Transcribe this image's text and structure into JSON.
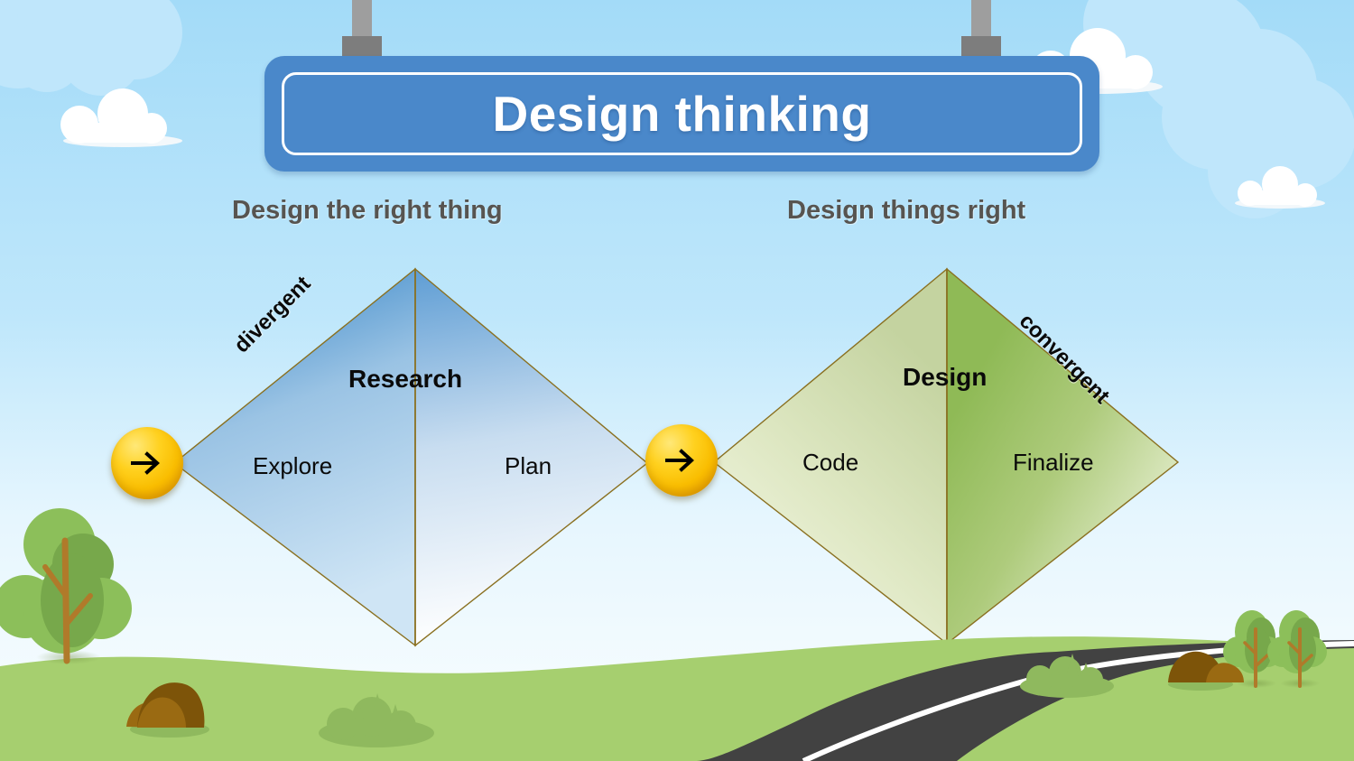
{
  "sign": {
    "title": "Design thinking",
    "plate_color": "#4a88ca",
    "border_color": "#ffffff",
    "title_color": "#ffffff"
  },
  "hangers": [
    {
      "name": "left-hanger"
    },
    {
      "name": "right-hanger"
    }
  ],
  "subtitles": {
    "left": "Design the right thing",
    "right": "Design things right",
    "color": "#575450"
  },
  "diagram": {
    "type": "double-diamond",
    "diamonds": [
      {
        "id": "research",
        "title": "Research",
        "edge_label": "divergent",
        "edge_label_rotation_deg": -45,
        "left_phase": "Explore",
        "right_phase": "Plan",
        "accent_color": "#2b7ec4",
        "outline_color": "#8a7020"
      },
      {
        "id": "design",
        "title": "Design",
        "edge_label": "convergent",
        "edge_label_rotation_deg": 45,
        "left_phase": "Code",
        "right_phase": "Finalize",
        "accent_color": "#8cb851",
        "outline_color": "#8a7020"
      }
    ],
    "connectors": [
      {
        "id": "start-arrow",
        "icon": "arrow-right-icon"
      },
      {
        "id": "middle-arrow",
        "icon": "arrow-right-icon"
      }
    ]
  },
  "scenery": {
    "sky_top_color": "#a6dcf8",
    "sky_bottom_color": "#f4fbff",
    "grass_color": "#a6cf6f",
    "road_color": "#424242",
    "road_line_color": "#ffffff",
    "tree_color": "#8cbf5a",
    "tree_shade_color": "#77a84b",
    "trunk_color": "#b07a2a",
    "rock_color": "#9a6a12",
    "rock_shade_color": "#7d5409",
    "cloud_color": "#ffffff",
    "cloud_back_color": "#bde5fa",
    "hanger_color": "#9e9e9e",
    "hanger_base_color": "#7d7d7d",
    "elements": {
      "clouds": 5,
      "trees": 3,
      "rocks": 3,
      "bushes": 3,
      "roads": 1
    }
  }
}
